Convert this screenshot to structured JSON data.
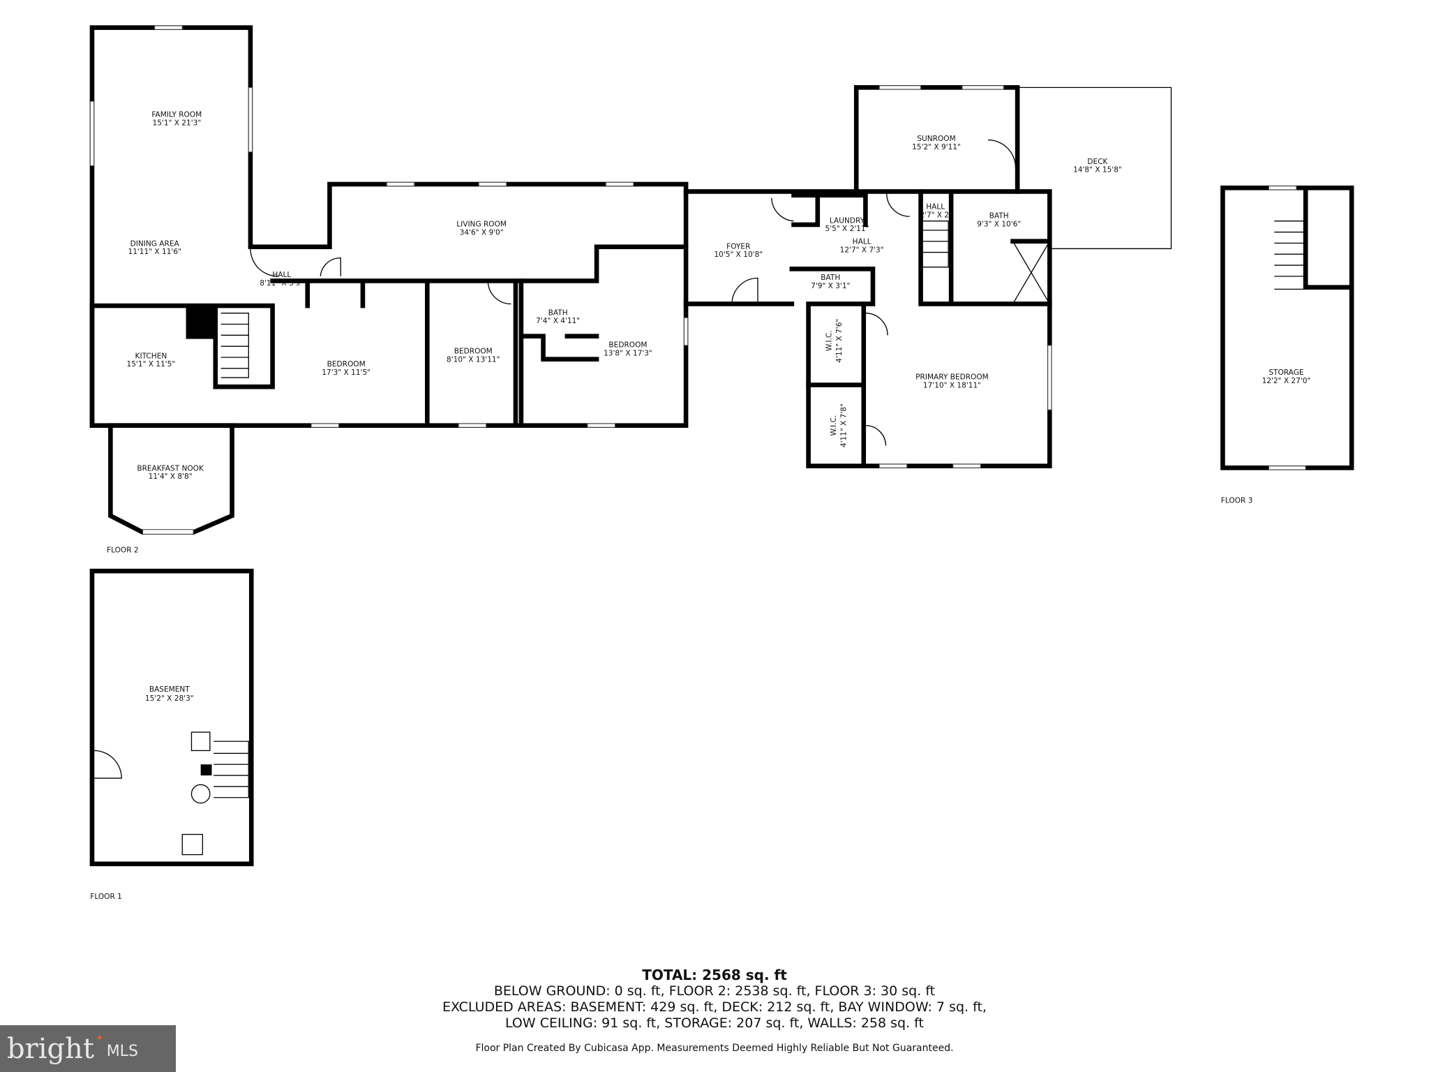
{
  "floors": {
    "floor1": "FLOOR 1",
    "floor2": "FLOOR 2",
    "floor3": "FLOOR 3"
  },
  "rooms": [
    {
      "name": "FAMILY ROOM",
      "dims": "15'1\" X 21'3\""
    },
    {
      "name": "DINING AREA",
      "dims": "11'11\" X 11'6\""
    },
    {
      "name": "HALL",
      "dims": "8'11\" X 5'9\""
    },
    {
      "name": "LIVING ROOM",
      "dims": "34'6\" X 9'0\""
    },
    {
      "name": "KITCHEN",
      "dims": "15'1\" X 11'5\""
    },
    {
      "name": "BEDROOM",
      "dims": "17'3\" X 11'5\""
    },
    {
      "name": "BEDROOM",
      "dims": "8'10\" X 13'11\""
    },
    {
      "name": "BATH",
      "dims": "7'4\" X 4'11\""
    },
    {
      "name": "BEDROOM",
      "dims": "13'8\" X 17'3\""
    },
    {
      "name": "BREAKFAST NOOK",
      "dims": "11'4\" X 8'8\""
    },
    {
      "name": "FOYER",
      "dims": "10'5\" X 10'8\""
    },
    {
      "name": "LAUNDRY",
      "dims": "5'5\" X 2'11\""
    },
    {
      "name": "HALL",
      "dims": "12'7\" X 7'3\""
    },
    {
      "name": "HALL",
      "dims": "2'7\" X 2'"
    },
    {
      "name": "BATH",
      "dims": "9'3\" X 10'6\""
    },
    {
      "name": "BATH",
      "dims": "7'9\" X 3'1\""
    },
    {
      "name": "SUNROOM",
      "dims": "15'2\" X 9'11\""
    },
    {
      "name": "DECK",
      "dims": "14'8\" X 15'8\""
    },
    {
      "name": "W.I.C.",
      "dims": "4'11\" X 7'6\""
    },
    {
      "name": "W.I.C.",
      "dims": "4'11\" X 7'8\""
    },
    {
      "name": "PRIMARY BEDROOM",
      "dims": "17'10\" X 18'11\""
    },
    {
      "name": "STORAGE",
      "dims": "12'2\" X 27'0\""
    },
    {
      "name": "BASEMENT",
      "dims": "15'2\" X 28'3\""
    }
  ],
  "summary": {
    "total": "TOTAL: 2568 sq. ft",
    "line1": "BELOW GROUND: 0 sq. ft, FLOOR 2: 2538 sq. ft, FLOOR 3: 30 sq. ft",
    "line2": "EXCLUDED AREAS: BASEMENT: 429 sq. ft, DECK: 212 sq. ft, BAY WINDOW: 7 sq. ft,",
    "line3": "LOW CEILING: 91 sq. ft, STORAGE: 207 sq. ft, WALLS: 258 sq. ft",
    "note": "Floor Plan Created By Cubicasa App. Measurements Deemed Highly Reliable But Not Guaranteed."
  },
  "logo": {
    "text": "bright",
    "suffix": "MLS",
    "accent": "#e85a2b",
    "background": "#666666"
  }
}
